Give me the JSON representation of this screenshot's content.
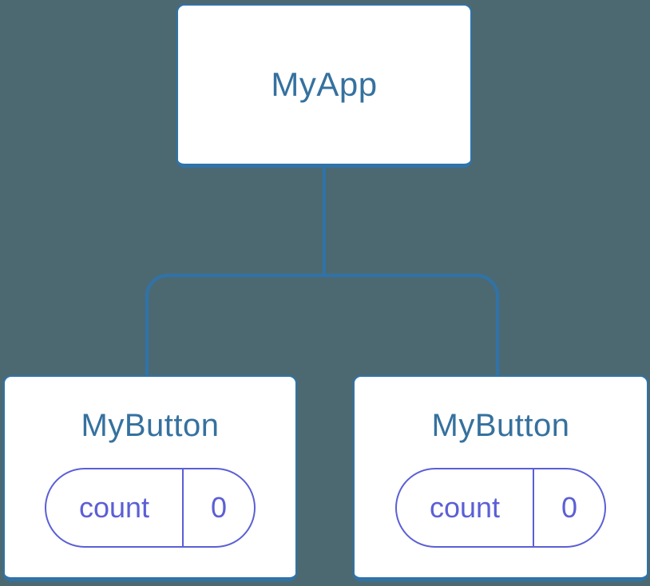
{
  "diagram": {
    "type": "component-tree",
    "background_color": "#4c6972",
    "node_border_color": "#2f73a9",
    "node_label_color": "#35719f",
    "state_accent_color": "#5b5fd5",
    "node_background_color": "#ffffff",
    "root": {
      "label": "MyApp"
    },
    "children": [
      {
        "label": "MyButton",
        "state": {
          "key": "count",
          "value": "0"
        }
      },
      {
        "label": "MyButton",
        "state": {
          "key": "count",
          "value": "0"
        }
      }
    ]
  }
}
